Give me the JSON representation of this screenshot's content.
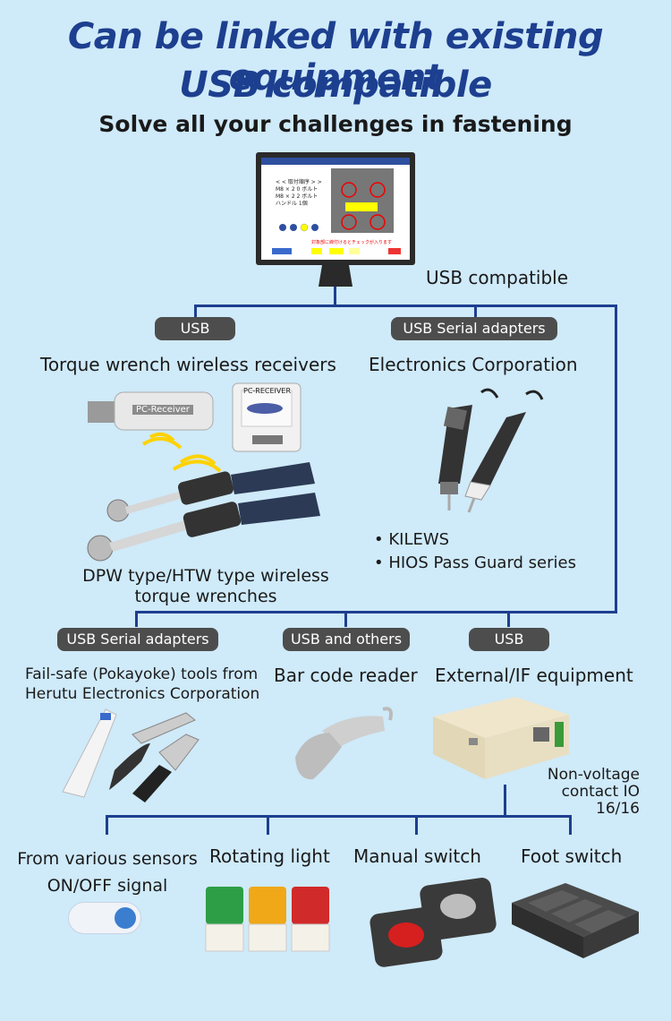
{
  "header": {
    "title_line1": "Can be linked with existing equipment",
    "title_line2": "USB compatible",
    "subtitle": "Solve all your challenges in fastening"
  },
  "monitor": {
    "caption": "USB compatible",
    "screen_text_1": "< < 取付順序 > >",
    "screen_text_2": "M8 × 2 0  ボルト",
    "screen_text_3": "M8 × 2 2  ボルト",
    "screen_text_4": "ハンドル 1個",
    "screen_warning": "対象部に締付けるとチェックが入ります"
  },
  "top_branch": {
    "left_pill": "USB",
    "left_title": "Torque wrench wireless receivers",
    "left_receiver_label": "PC-Receiver",
    "left_box_label": "PC-RECEIVER",
    "left_caption_line1": "DPW type/HTW type wireless",
    "left_caption_line2": "torque wrenches",
    "right_pill": "USB Serial adapters",
    "right_title": "Electronics Corporation",
    "right_bullets": [
      "• KILEWS",
      "• HIOS Pass Guard series"
    ]
  },
  "middle_branch": {
    "col1_pill": "USB Serial adapters",
    "col1_title_line1": "Fail-safe (Pokayoke) tools from",
    "col1_title_line2": "Herutu Electronics Corporation",
    "col2_pill": "USB and others",
    "col2_title": "Bar code reader",
    "col3_pill": "USB",
    "col3_title": "External/IF equipment",
    "col3_note_line1": "Non-voltage",
    "col3_note_line2": "contact IO",
    "col3_note_line3": "16/16"
  },
  "bottom_branch": {
    "item1_line1": "From various sensors",
    "item1_line2": "ON/OFF signal",
    "item2": "Rotating light",
    "item3": "Manual switch",
    "item4": "Foot switch"
  },
  "colors": {
    "background": "#cfeaf9",
    "title": "#1d3f8f",
    "pill": "#4d4d4d",
    "connector": "#1d3f8f"
  }
}
